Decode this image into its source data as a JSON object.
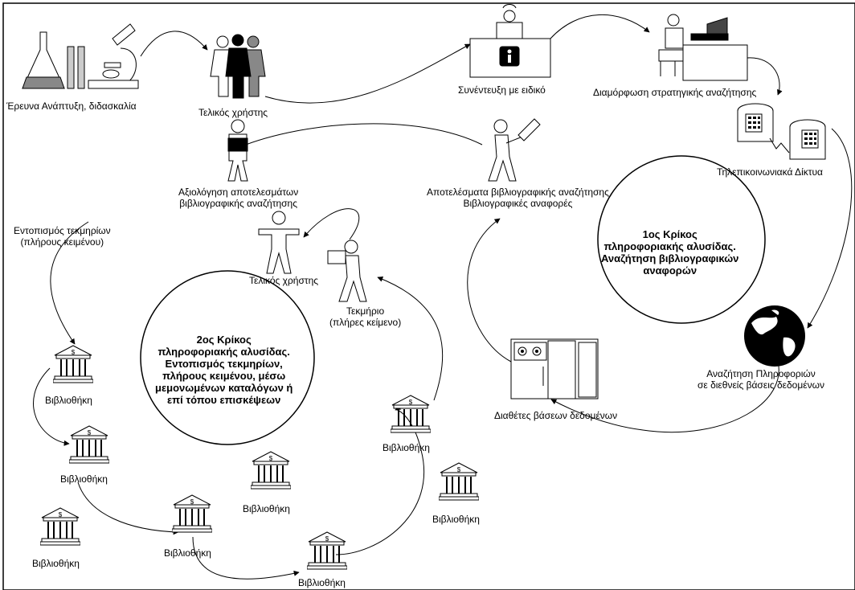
{
  "labels": {
    "research": "Έρευνα Ανάπτυξη, διδασκαλία",
    "end_user_top": "Τελικός χρήστης",
    "interview": "Συνέντευξη με ειδικό",
    "strategy": "Διαμόρφωση στρατηγικής αναζήτησης",
    "telecom": "Τηλεπικοινωνιακά Δίκτυα",
    "evaluation": [
      "Αξιολόγηση αποτελεσμάτων",
      "βιβλιογραφικής αναζήτησης"
    ],
    "results": [
      "Αποτελέσματα βιβλιογραφικής αναζήτησης",
      "Βιβλιογραφικές αναφορές"
    ],
    "locate": [
      "Εντοπισμός τεκμηρίων",
      "(πλήρους κειμένου)"
    ],
    "end_user_mid": "Τελικός χρήστης",
    "document": [
      "Τεκμήριο",
      "(πλήρες κείμενο)"
    ],
    "db_providers": "Διαθέτες βάσεων δεδομένων",
    "intl_search": [
      "Αναζήτηση Πληροφοριών",
      "σε διεθνείς βάσεις δεδομένων"
    ]
  },
  "circles": {
    "first": [
      "1ος Κρίκος",
      "πληροφοριακής αλυσίδας.",
      "Αναζήτηση βιβλιογραφικών",
      "αναφορών"
    ],
    "second": [
      "2ος Κρίκος",
      "πληροφοριακής αλυσίδας.",
      "Εντοπισμός τεκμηρίων,",
      "πλήρους κειμένου, μέσω",
      "μεμονωμένων καταλόγων ή",
      "επί τόπου επισκέψεων"
    ]
  },
  "library_label": "Βιβλιοθήκη",
  "icons": {
    "lab": "lab-equipment-icon",
    "users": "user-group-icon",
    "desk": "information-desk-icon",
    "workstation": "workstation-icon",
    "phone": "telephone-icon",
    "person": "person-icon",
    "library": "library-building-icon",
    "globe": "globe-icon",
    "server": "database-server-icon"
  }
}
